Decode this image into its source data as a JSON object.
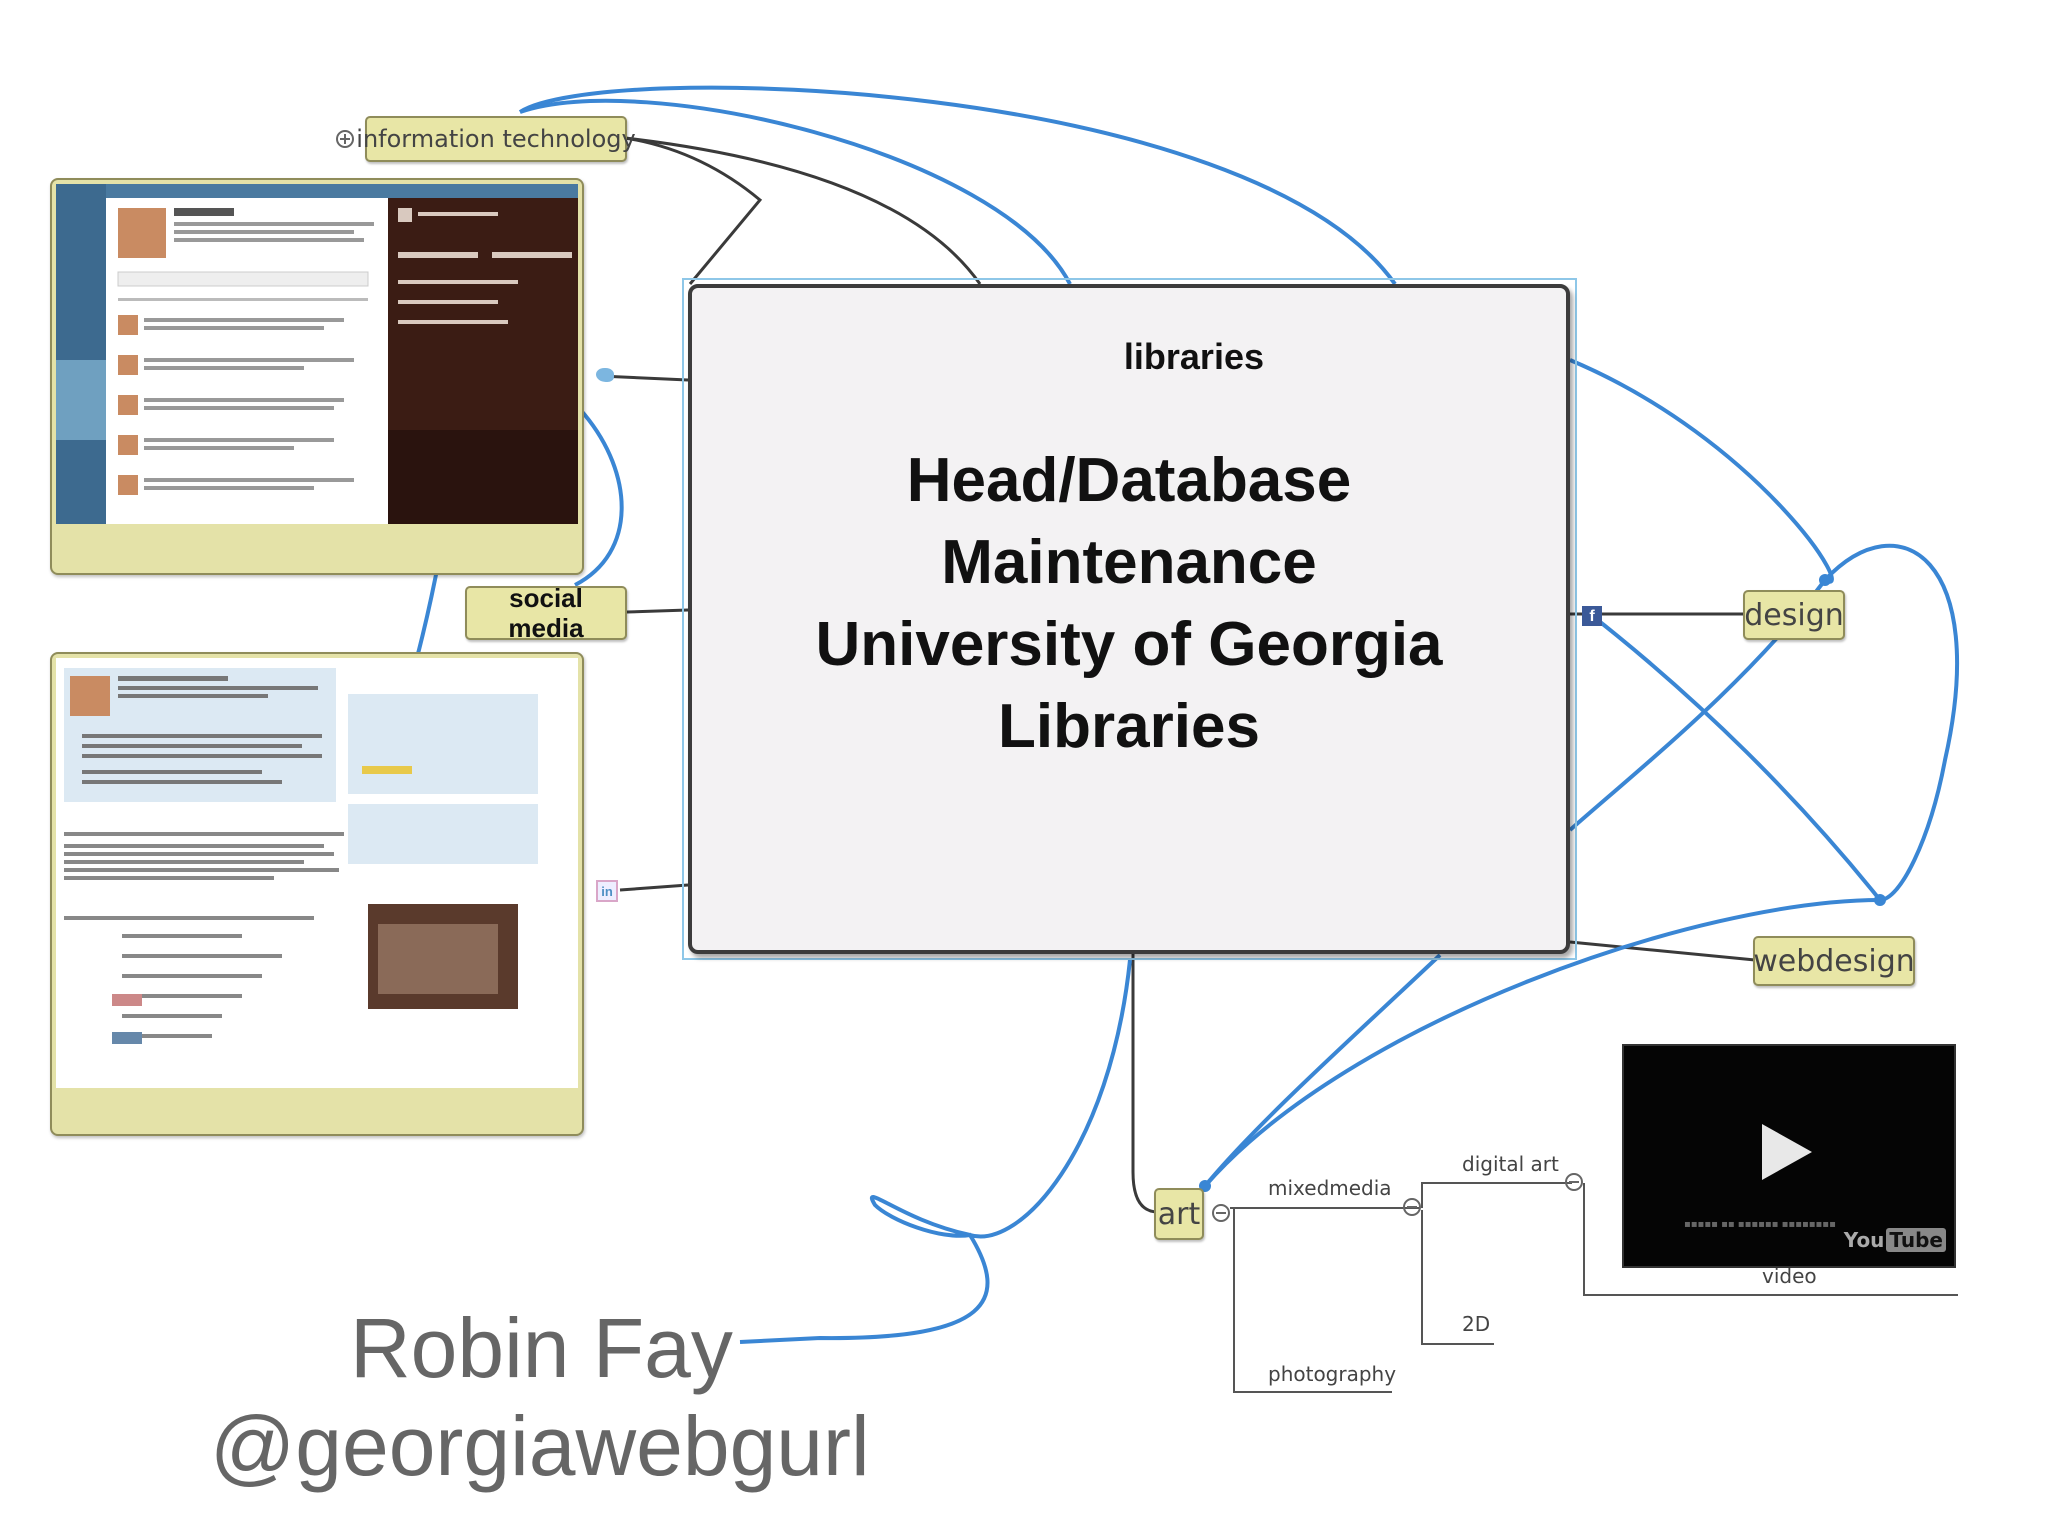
{
  "central_node": {
    "category": "libraries",
    "title_lines": [
      "Head/Database",
      "Maintenance",
      "University of Georgia",
      "Libraries"
    ]
  },
  "nodes": {
    "information_technology": "information technology",
    "social_media_line1": "social",
    "social_media_line2": "media",
    "design": "design",
    "webdesign": "webdesign",
    "art": "art"
  },
  "art_branches": {
    "mixedmedia": "mixedmedia",
    "digital_art": "digital art",
    "twoD": "2D",
    "photography": "photography",
    "video": "video"
  },
  "video_thumbnail": {
    "logo": "You",
    "logo_badge": "Tube"
  },
  "credit": {
    "name": "Robin Fay",
    "handle": "@georgiawebgurl"
  },
  "icons": [
    "expand-plus-icon",
    "twitter-icon",
    "facebook-icon",
    "linkedin-icon",
    "collapse-minus-icon",
    "play-icon"
  ],
  "colors": {
    "link_blue": "#3a86d4",
    "node_fill": "#e8e6a6",
    "central_fill": "#f3f2f3"
  }
}
